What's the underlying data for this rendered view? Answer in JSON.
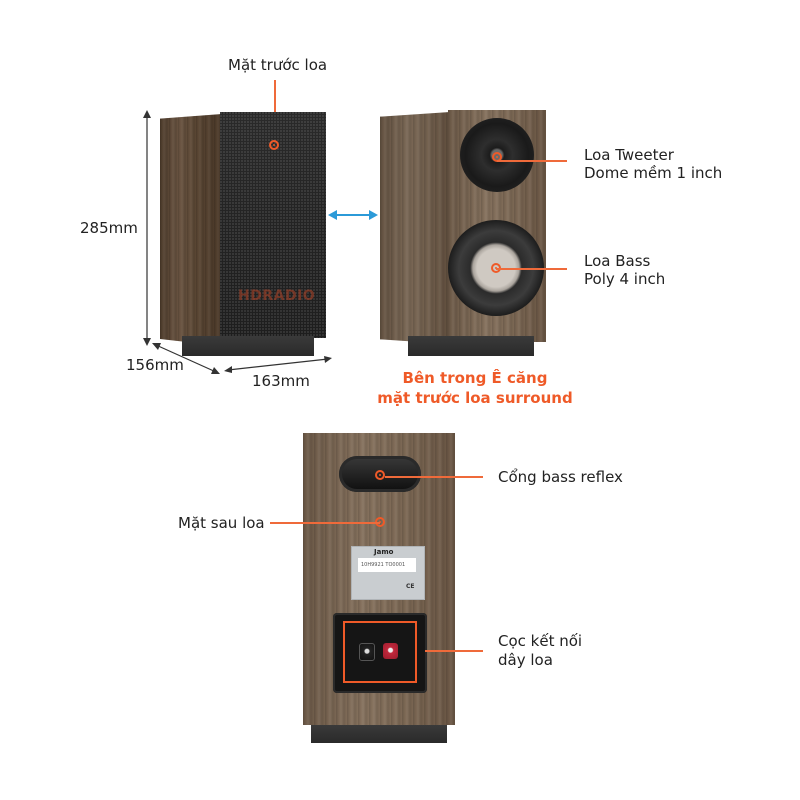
{
  "front_view": {
    "title": "Mặt trước loa",
    "height_dim": "285mm",
    "depth_dim": "156mm",
    "width_dim": "163mm",
    "watermark": "HDRADIO"
  },
  "inner_view": {
    "caption_line1": "Bên trong Ê căng",
    "caption_line2": "mặt trước loa surround",
    "tweeter_label_line1": "Loa Tweeter",
    "tweeter_label_line2": "Dome mềm 1 inch",
    "bass_label_line1": "Loa Bass",
    "bass_label_line2": "Poly 4 inch"
  },
  "rear_view": {
    "rear_label": "Mặt sau loa",
    "port_label": "Cổng bass reflex",
    "terminal_label_line1": "Cọc kết nối",
    "terminal_label_line2": "dây loa",
    "plate_brand": "Jamo",
    "plate_serial": "10H9921 TO0001"
  },
  "colors": {
    "accent_orange": "#ef5a28",
    "arrow_blue": "#2b9ad8",
    "dimension_gray": "#333333"
  }
}
